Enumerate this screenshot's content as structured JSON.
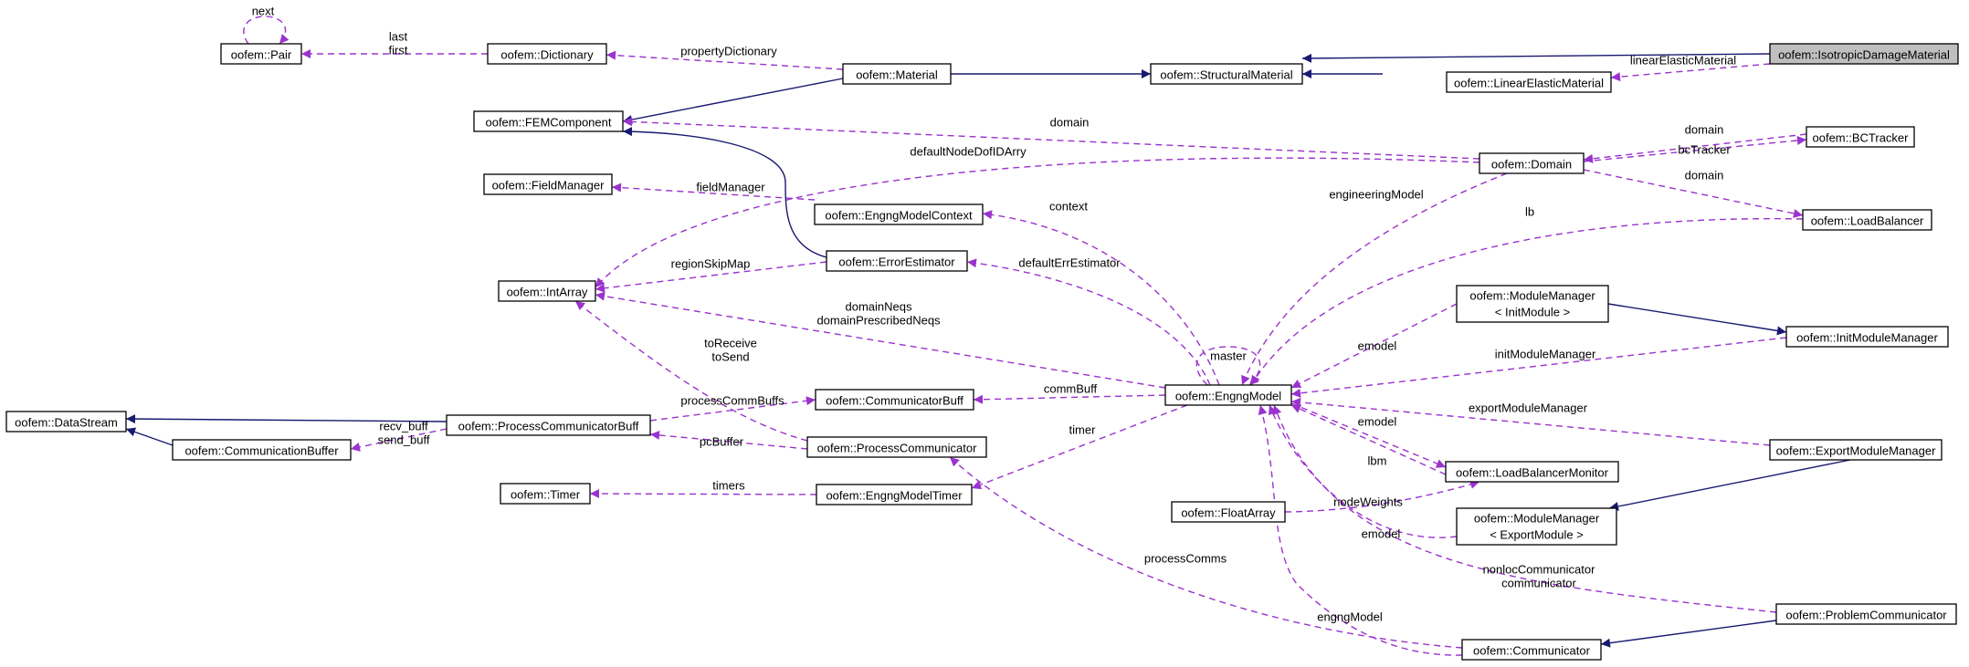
{
  "colors": {
    "inheritance": "#191970",
    "usage": "#9a32cd",
    "highlight": "#bfbfbf"
  },
  "nodes": [
    {
      "id": "isotropic",
      "label": "oofem::IsotropicDamageMaterial",
      "highlight": true
    },
    {
      "id": "structural",
      "label": "oofem::StructuralMaterial"
    },
    {
      "id": "linelastic",
      "label": "oofem::LinearElasticMaterial"
    },
    {
      "id": "material",
      "label": "oofem::Material"
    },
    {
      "id": "dictionary",
      "label": "oofem::Dictionary"
    },
    {
      "id": "pair",
      "label": "oofem::Pair"
    },
    {
      "id": "femcomponent",
      "label": "oofem::FEMComponent"
    },
    {
      "id": "domain",
      "label": "oofem::Domain"
    },
    {
      "id": "bctracker",
      "label": "oofem::BCTracker"
    },
    {
      "id": "loadbalancer",
      "label": "oofem::LoadBalancer"
    },
    {
      "id": "fieldmanager",
      "label": "oofem::FieldManager"
    },
    {
      "id": "engngcontext",
      "label": "oofem::EngngModelContext"
    },
    {
      "id": "intarray",
      "label": "oofem::IntArray"
    },
    {
      "id": "errorestimator",
      "label": "oofem::ErrorEstimator"
    },
    {
      "id": "modmgrinit",
      "label": [
        "oofem::ModuleManager",
        "< InitModule >"
      ]
    },
    {
      "id": "initmodmgr",
      "label": "oofem::InitModuleManager"
    },
    {
      "id": "engngmodel",
      "label": "oofem::EngngModel"
    },
    {
      "id": "datastream",
      "label": "oofem::DataStream"
    },
    {
      "id": "procommbuff",
      "label": "oofem::ProcessCommunicatorBuff"
    },
    {
      "id": "commbuffer",
      "label": "oofem::CommunicationBuffer"
    },
    {
      "id": "communicatorbuff",
      "label": "oofem::CommunicatorBuff"
    },
    {
      "id": "processcomm",
      "label": "oofem::ProcessCommunicator"
    },
    {
      "id": "exportmodmgr",
      "label": "oofem::ExportModuleManager"
    },
    {
      "id": "timer",
      "label": "oofem::Timer"
    },
    {
      "id": "engngtimer",
      "label": "oofem::EngngModelTimer"
    },
    {
      "id": "lbmonitor",
      "label": "oofem::LoadBalancerMonitor"
    },
    {
      "id": "floatarray",
      "label": "oofem::FloatArray"
    },
    {
      "id": "modmgrexport",
      "label": [
        "oofem::ModuleManager",
        "< ExportModule >"
      ]
    },
    {
      "id": "problemcomm",
      "label": "oofem::ProblemCommunicator"
    },
    {
      "id": "communicator",
      "label": "oofem::Communicator"
    }
  ],
  "edges": [
    {
      "type": "inheritance",
      "from": "structural",
      "to": "isotropic"
    },
    {
      "type": "usage",
      "from": "linelastic",
      "to": "isotropic",
      "label": "linearElasticMaterial"
    },
    {
      "type": "inheritance",
      "from": "material",
      "to": "structural"
    },
    {
      "type": "inheritance",
      "from": "structural",
      "to": "linelastic"
    },
    {
      "type": "usage",
      "from": "dictionary",
      "to": "material",
      "label": "propertyDictionary"
    },
    {
      "type": "usage",
      "from": "pair",
      "to": "dictionary",
      "label": [
        "last",
        "first"
      ]
    },
    {
      "type": "usage",
      "from": "pair",
      "to": "pair",
      "label": "next"
    },
    {
      "type": "inheritance",
      "from": "femcomponent",
      "to": "material"
    },
    {
      "type": "usage",
      "from": "domain",
      "to": "femcomponent",
      "label": "domain"
    },
    {
      "type": "usage",
      "from": "domain",
      "to": "bctracker",
      "label": "domain"
    },
    {
      "type": "usage",
      "from": "bctracker",
      "to": "domain",
      "label": "bcTracker"
    },
    {
      "type": "usage",
      "from": "domain",
      "to": "loadbalancer",
      "label": "domain"
    },
    {
      "type": "usage",
      "from": "intarray",
      "to": "domain",
      "label": "defaultNodeDofIDArry"
    },
    {
      "type": "usage",
      "from": "fieldmanager",
      "to": "engngcontext",
      "label": "fieldManager"
    },
    {
      "type": "inheritance",
      "from": "femcomponent",
      "to": "errorestimator"
    },
    {
      "type": "usage",
      "from": "intarray",
      "to": "errorestimator",
      "label": "regionSkipMap"
    },
    {
      "type": "usage",
      "from": "engngcontext",
      "to": "engngmodel",
      "label": "context"
    },
    {
      "type": "usage",
      "from": "errorestimator",
      "to": "engngmodel",
      "label": "defaultErrEstimator"
    },
    {
      "type": "usage",
      "from": "domain",
      "to": "engngmodel",
      "label": "engineeringModel"
    },
    {
      "type": "usage",
      "from": "loadbalancer",
      "to": "engngmodel",
      "label": "lb"
    },
    {
      "type": "usage",
      "from": "intarray",
      "to": "engngmodel",
      "label": [
        "domainNeqs",
        "domainPrescribedNeqs"
      ]
    },
    {
      "type": "usage",
      "from": "intarray",
      "to": "processcomm",
      "label": [
        "toReceive",
        "toSend"
      ]
    },
    {
      "type": "usage",
      "from": "engngmodel",
      "to": "modmgrinit",
      "label": "emodel"
    },
    {
      "type": "inheritance",
      "from": "modmgrinit",
      "to": "initmodmgr"
    },
    {
      "type": "usage",
      "from": "initmodmgr",
      "to": "engngmodel",
      "label": "initModuleManager"
    },
    {
      "type": "usage",
      "from": "engngmodel",
      "to": "engngmodel",
      "label": "master"
    },
    {
      "type": "inheritance",
      "from": "datastream",
      "to": "procommbuff"
    },
    {
      "type": "inheritance",
      "from": "datastream",
      "to": "commbuffer"
    },
    {
      "type": "usage",
      "from": "commbuffer",
      "to": "procommbuff",
      "label": [
        "recv_buff",
        "send_buff"
      ]
    },
    {
      "type": "usage",
      "from": "procommbuff",
      "to": "communicatorbuff",
      "label": "processCommBuffs"
    },
    {
      "type": "usage",
      "from": "communicatorbuff",
      "to": "engngmodel",
      "label": "commBuff"
    },
    {
      "type": "usage",
      "from": "procommbuff",
      "to": "processcomm",
      "label": "pcBuffer"
    },
    {
      "type": "usage",
      "from": "exportmodmgr",
      "to": "engngmodel",
      "label": "exportModuleManager"
    },
    {
      "type": "usage",
      "from": "engngmodel",
      "to": "lbmonitor",
      "label": "emodel"
    },
    {
      "type": "usage",
      "from": "lbmonitor",
      "to": "engngmodel",
      "label": "lbm"
    },
    {
      "type": "usage",
      "from": "engngtimer",
      "to": "engngmodel",
      "label": "timer"
    },
    {
      "type": "usage",
      "from": "timer",
      "to": "engngtimer",
      "label": "timers"
    },
    {
      "type": "usage",
      "from": "floatarray",
      "to": "lbmonitor",
      "label": "nodeWeights"
    },
    {
      "type": "usage",
      "from": "engngmodel",
      "to": "modmgrexport",
      "label": "emodel"
    },
    {
      "type": "inheritance",
      "from": "modmgrexport",
      "to": "exportmodmgr"
    },
    {
      "type": "usage",
      "from": "problemcomm",
      "to": "engngmodel",
      "label": [
        "nonlocCommunicator",
        "communicator"
      ]
    },
    {
      "type": "usage",
      "from": "processcomm",
      "to": "communicator",
      "label": "processComms"
    },
    {
      "type": "usage",
      "from": "engngmodel",
      "to": "communicator",
      "label": "engngModel"
    },
    {
      "type": "inheritance",
      "from": "communicator",
      "to": "problemcomm"
    }
  ]
}
